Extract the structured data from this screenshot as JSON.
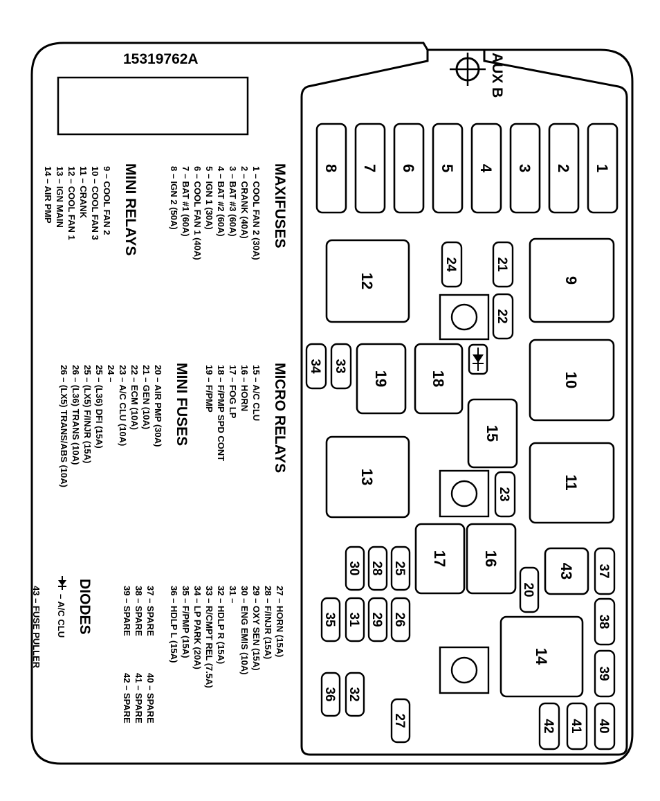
{
  "part_number": "15319762A",
  "aux_label": "AUX B",
  "legend": {
    "maxifuses": {
      "heading": "MAXIFUSES",
      "items": [
        "1 – COOL FAN 2 (30A)",
        "2 – CRANK (40A)",
        "3 – BAT #3 (60A)",
        "4 – BAT #2 (60A)",
        "5 – IGN 1 (30A)",
        "6 – COOL FAN 1 (40A)",
        "7 – BAT #1 (60A)",
        "8 – IGN 2 (50A)"
      ]
    },
    "mini_relays": {
      "heading": "MINI RELAYS",
      "items": [
        "9 – COOL FAN 2",
        "10 – COOL FAN 3",
        "11 – CRANK",
        "12 – COOL FAN 1",
        "13 – IGN MAIN",
        "14 – AIR PMP"
      ]
    },
    "micro_relays": {
      "heading": "MICRO RELAYS",
      "items": [
        "15 – A/C CLU",
        "16 – HORN",
        "17 – FOG LP",
        "18 – F/PMP SPD CONT",
        "19 – F/PMP"
      ]
    },
    "mini_fuses": {
      "heading": "MINI FUSES",
      "items": [
        "20 – AIR PMP (30A)",
        "21 – GEN (10A)",
        "22 – ECM (10A)",
        "23 – A/C CLU (10A)",
        "24 –",
        "25 – (L36) DFI (15A)",
        "25 – (LX5) F/INJR (15A)",
        "26 – (L36) TRANS (10A)",
        "26 – (LX5) TRANS/ABS (10A)"
      ],
      "items_b": [
        "27 – HORN (15A)",
        "28 – F/INJR (15A)",
        "29 – OXY SEN (15A)",
        "30 – ENG EMIS (10A)",
        "31 –",
        "32 – HDLP R (15A)",
        "33 – R/CMPT REL (7.5A)",
        "34 – LP PARK (20A)",
        "35 – F/PMP (15A)",
        "36 – HDLP L (15A)",
        "37 – SPARE",
        "38 – SPARE",
        "39 – SPARE"
      ],
      "items_c": [
        "40 – SPARE",
        "41 – SPARE",
        "42 – SPARE"
      ]
    },
    "diodes": {
      "heading": "DIODES",
      "items": [
        "– A/C CLU"
      ],
      "footer": "43 – FUSE PULLER"
    }
  },
  "components": {
    "maxifuses": [
      "1",
      "2",
      "3",
      "4",
      "5",
      "6",
      "7",
      "8"
    ],
    "relays": [
      "9",
      "10",
      "11",
      "12",
      "13",
      "14"
    ],
    "micro_relays": [
      "15",
      "16",
      "17",
      "18",
      "19"
    ],
    "mini_fuses": [
      "20",
      "21",
      "22",
      "23",
      "24",
      "25",
      "26",
      "27",
      "28",
      "29",
      "30",
      "31",
      "32",
      "33",
      "34",
      "35",
      "36",
      "37",
      "38",
      "39",
      "40",
      "41",
      "42"
    ],
    "puller": "43"
  }
}
